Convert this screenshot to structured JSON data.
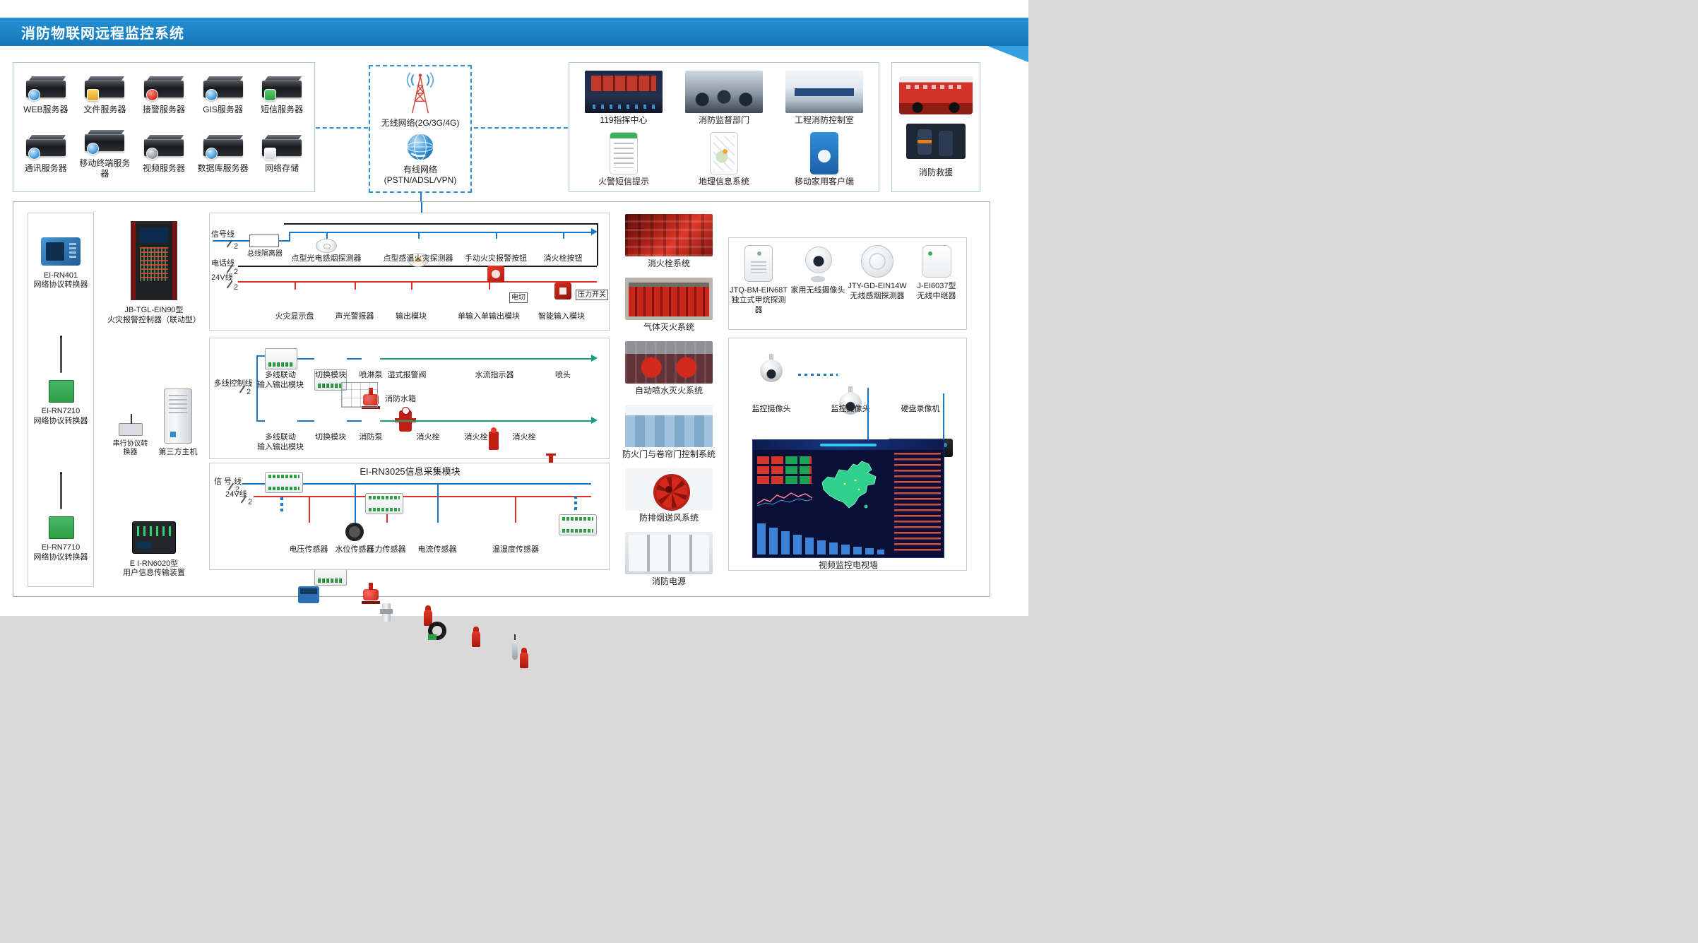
{
  "header": {
    "title": "消防物联网远程监控系统"
  },
  "colors": {
    "header_blue": "#1a7dc0",
    "line_blue": "#1778c8",
    "line_red": "#e03028",
    "line_black": "#1a1a1a",
    "line_green": "#12a07a",
    "dashed_border_blue": "#2e8fd0"
  },
  "servers": {
    "items": [
      {
        "label": "WEB服务器",
        "badge": "#2e8fd0"
      },
      {
        "label": "文件服务器",
        "badge": "#e0a32e"
      },
      {
        "label": "接警服务器",
        "badge": "#d0241a"
      },
      {
        "label": "GIS服务器",
        "badge": "#2e8fd0"
      },
      {
        "label": "短信服务器",
        "badge": "#2f9e44"
      },
      {
        "label": "通讯服务器",
        "badge": "#2e8fd0"
      },
      {
        "label": "移动终端服务器",
        "badge": "#2e8fd0"
      },
      {
        "label": "视频服务器",
        "badge": "#8a8f98"
      },
      {
        "label": "数据库服务器",
        "badge": "#2e8fd0"
      },
      {
        "label": "网络存储",
        "badge": "#cfd5d9"
      }
    ]
  },
  "network": {
    "wireless_label": "无线网络(2G/3G/4G)",
    "wired_label": "有线网络(PSTN/ADSL/VPN)"
  },
  "centers": {
    "items": [
      {
        "label": "119指挥中心"
      },
      {
        "label": "消防监督部门"
      },
      {
        "label": "工程消防控制室"
      },
      {
        "label": "火警短信提示"
      },
      {
        "label": "地理信息系统"
      },
      {
        "label": "移动家用客户端"
      }
    ]
  },
  "rescue": {
    "label": "消防救援"
  },
  "converters": {
    "items": [
      {
        "label": "EI-RN401\n网络协议转换器"
      },
      {
        "label": "EI-RN7210\n网络协议转换器"
      },
      {
        "label": "EI-RN7710\n网络协议转换器"
      }
    ]
  },
  "panel_column": {
    "controller_label": "JB-TGL-EIN90型\n火灾报警控制器（联动型）",
    "serial_label": "串行协议转换器",
    "third_party_label": "第三方主机",
    "transmitter_label": "E I-RN6020型\n用户信息传输装置"
  },
  "bus1": {
    "signal_line": "信号线",
    "isolator": "总线隔离器",
    "phone_line": "电话线",
    "power_line": "24V线",
    "tick": "2",
    "top_devices": [
      {
        "label": "点型光电感烟探测器"
      },
      {
        "label": "点型感温火灾探测器"
      },
      {
        "label": "手动火灾报警按钮"
      },
      {
        "label": "消火栓按钮"
      }
    ],
    "bottom_devices": [
      {
        "label": "火灾显示盘"
      },
      {
        "label": "声光警报器"
      },
      {
        "label": "输出模块"
      },
      {
        "label": "单输入单输出模块",
        "tag": "电切"
      },
      {
        "label": "智能输入模块",
        "tag": "压力开关"
      }
    ]
  },
  "bus2": {
    "control_line": "多线控制线",
    "tick": "2",
    "row1": [
      {
        "label": "多线联动\n输入输出模块"
      },
      {
        "label": "切换模块"
      },
      {
        "label": "喷淋泵"
      },
      {
        "label": "湿式报警阀"
      },
      {
        "label": "水流指示器"
      },
      {
        "label": "喷头"
      }
    ],
    "tank_label": "消防水箱",
    "row2": [
      {
        "label": "多线联动\n输入输出模块"
      },
      {
        "label": "切换模块"
      },
      {
        "label": "消防泵"
      },
      {
        "label": "消火栓"
      },
      {
        "label": "消火栓"
      },
      {
        "label": "消火栓"
      }
    ]
  },
  "bus3": {
    "title": "EI-RN3025信息采集模块",
    "signal_line": "信 号 线",
    "power_line": "24V线",
    "tick": "2",
    "sensors": [
      {
        "label": "电压传感器"
      },
      {
        "label": "水位传感器"
      },
      {
        "label": "压力传感器"
      },
      {
        "label": "电流传感器"
      },
      {
        "label": "温湿度传感器"
      }
    ]
  },
  "systems": {
    "items": [
      {
        "label": "消火栓系统"
      },
      {
        "label": "气体灭火系统"
      },
      {
        "label": "自动喷水灭火系统"
      },
      {
        "label": "防火门与卷帘门控制系统"
      },
      {
        "label": "防排烟送风系统"
      },
      {
        "label": "消防电源"
      }
    ]
  },
  "wireless_devices": {
    "items": [
      {
        "label": "JTQ-BM-EIN68T\n独立式甲烷探测器"
      },
      {
        "label": "家用无线摄像头"
      },
      {
        "label": "JTY-GD-EIN14W\n无线感烟探测器"
      },
      {
        "label": "J-EI6037型\n无线中继器"
      }
    ]
  },
  "video": {
    "camera1_label": "监控摄像头",
    "camera2_label": "监控摄像头",
    "dvr_label": "硬盘录像机",
    "wall_label": "视频监控电视墙"
  }
}
